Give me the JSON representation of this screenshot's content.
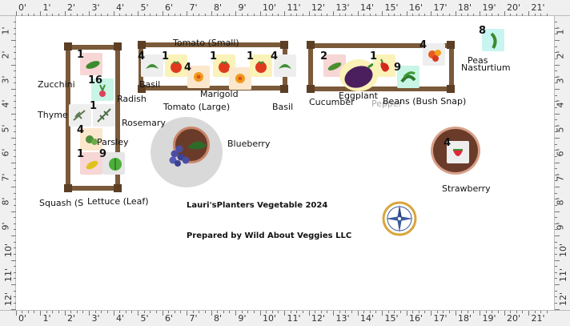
{
  "ruler": {
    "x_labels": [
      "0'",
      "1'",
      "2'",
      "3'",
      "4'",
      "5'",
      "6'",
      "7'",
      "8'",
      "9'",
      "10'",
      "11'",
      "12'",
      "13'",
      "14'",
      "15'",
      "16'",
      "17'",
      "18'",
      "19'",
      "20'",
      "21'"
    ],
    "y_labels": [
      "1'",
      "2'",
      "3'",
      "4'",
      "5'",
      "6'",
      "7'",
      "8'",
      "9'",
      "10'",
      "11'",
      "12'"
    ]
  },
  "plants": [
    {
      "label": "Zucchini",
      "qty": "1",
      "icon": "zucchini-icon"
    },
    {
      "label": "Radish",
      "qty": "16",
      "icon": "radish-icon"
    },
    {
      "label": "Thyme",
      "qty": "1",
      "icon": "thyme-icon"
    },
    {
      "label": "Rosemary",
      "qty": "",
      "icon": "rosemary-icon"
    },
    {
      "label": "Parsley",
      "qty": "4",
      "icon": "parsley-icon"
    },
    {
      "label": "Squash (S",
      "qty": "1",
      "icon": "squash-icon"
    },
    {
      "label": "Lettuce (Leaf)",
      "qty": "9",
      "icon": "lettuce-icon"
    },
    {
      "label": "Basil",
      "qty": "4",
      "icon": "basil-icon"
    },
    {
      "label": "Tomato (Small)",
      "qty": "1",
      "icon": "tomato-icon"
    },
    {
      "label": "Marigold",
      "qty": "4",
      "icon": "marigold-icon"
    },
    {
      "label": "Tomato (Large)",
      "qty": "1",
      "icon": "tomato-icon"
    },
    {
      "label": "",
      "qty": "1",
      "icon": "tomato-icon"
    },
    {
      "label": "Basil",
      "qty": "4",
      "icon": "basil-icon"
    },
    {
      "label": "Blueberry",
      "qty": "",
      "icon": "blueberry-icon"
    },
    {
      "label": "Cucumber",
      "qty": "2",
      "icon": "cucumber-icon"
    },
    {
      "label": "Eggplant",
      "qty": "",
      "icon": "eggplant-icon"
    },
    {
      "label": "Pepper",
      "qty": "1",
      "icon": "pepper-icon"
    },
    {
      "label": "Beans (Bush Snap)",
      "qty": "9",
      "icon": "beans-icon"
    },
    {
      "label": "Nasturtium",
      "qty": "4",
      "icon": "nasturtium-icon"
    },
    {
      "label": "Peas",
      "qty": "8",
      "icon": "peas-icon"
    },
    {
      "label": "Strawberry",
      "qty": "4",
      "icon": "strawberry-icon"
    }
  ],
  "title_line": "Lauri'sPlanters Vegetable 2024",
  "credit_line": "Prepared by Wild About Veggies LLC",
  "compass_icon": "compass-rose-icon",
  "colors": {
    "bed_wood": "#7a5a3a",
    "ruler_bg": "#f0f0f0"
  }
}
